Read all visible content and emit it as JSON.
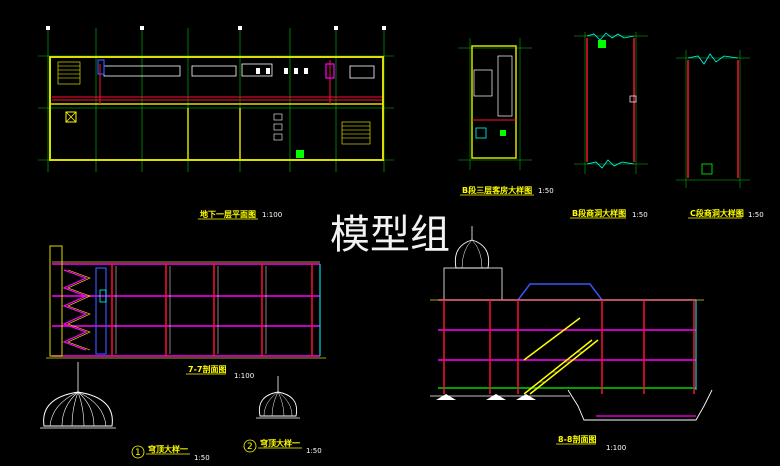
{
  "watermark": "模型组",
  "drawings": {
    "basement_plan": {
      "title": "地下一层平面图",
      "scale": "1:100"
    },
    "guestroom_b": {
      "title": "B段三层客房大样图",
      "scale": "1:50"
    },
    "stair_b": {
      "title": "B段商洞大样图",
      "scale": "1:50"
    },
    "stair_c": {
      "title": "C段商洞大样图",
      "scale": "1:50"
    },
    "section_77": {
      "title": "7-7剖面图",
      "scale": "1:100"
    },
    "section_88": {
      "title": "8-8剖面图",
      "scale": "1:100"
    },
    "dome_1": {
      "number": "1",
      "title": "穹顶大样一",
      "scale": "1:50"
    },
    "dome_2": {
      "number": "2",
      "title": "穹顶大样一",
      "scale": "1:50"
    }
  },
  "colors": {
    "background": "#000000",
    "grid": "#00ff00",
    "wall": "#ffff00",
    "beam": "#ff0033",
    "accent": "#ff00ff",
    "cyan": "#00ffff",
    "blue": "#3355ff",
    "white": "#ffffff"
  }
}
